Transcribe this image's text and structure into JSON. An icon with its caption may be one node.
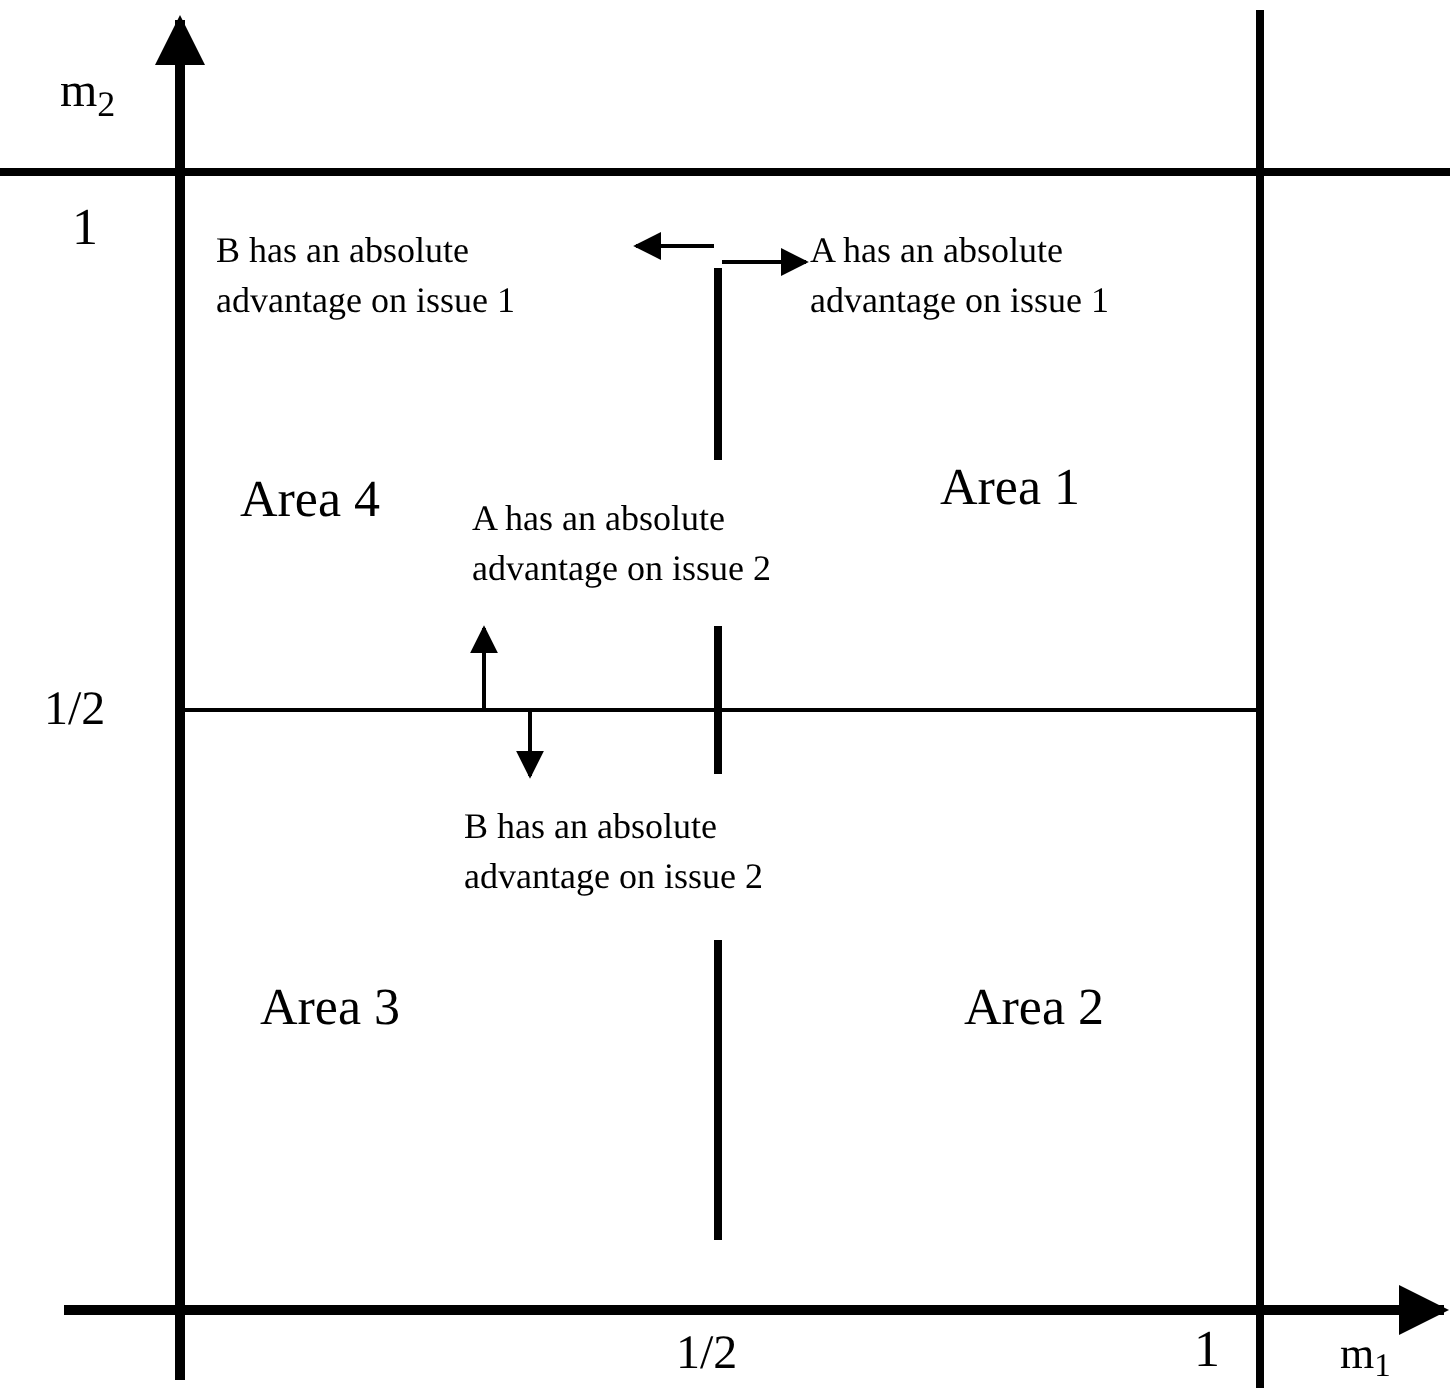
{
  "diagram": {
    "labels": [
      "m$_{2}$",
      "1",
      "B has an absolute advantage on issue 1",
      "A has an absolute advantage on issue 1",
      "Area 4",
      "Area 1",
      "A has an absolute advantage on issue 2",
      "1/2",
      "B has an absolute advantage on issue 2",
      "Area 3",
      "Area 2",
      "1/2",
      "1",
      "m$_{1}$"
    ]
  }
}
